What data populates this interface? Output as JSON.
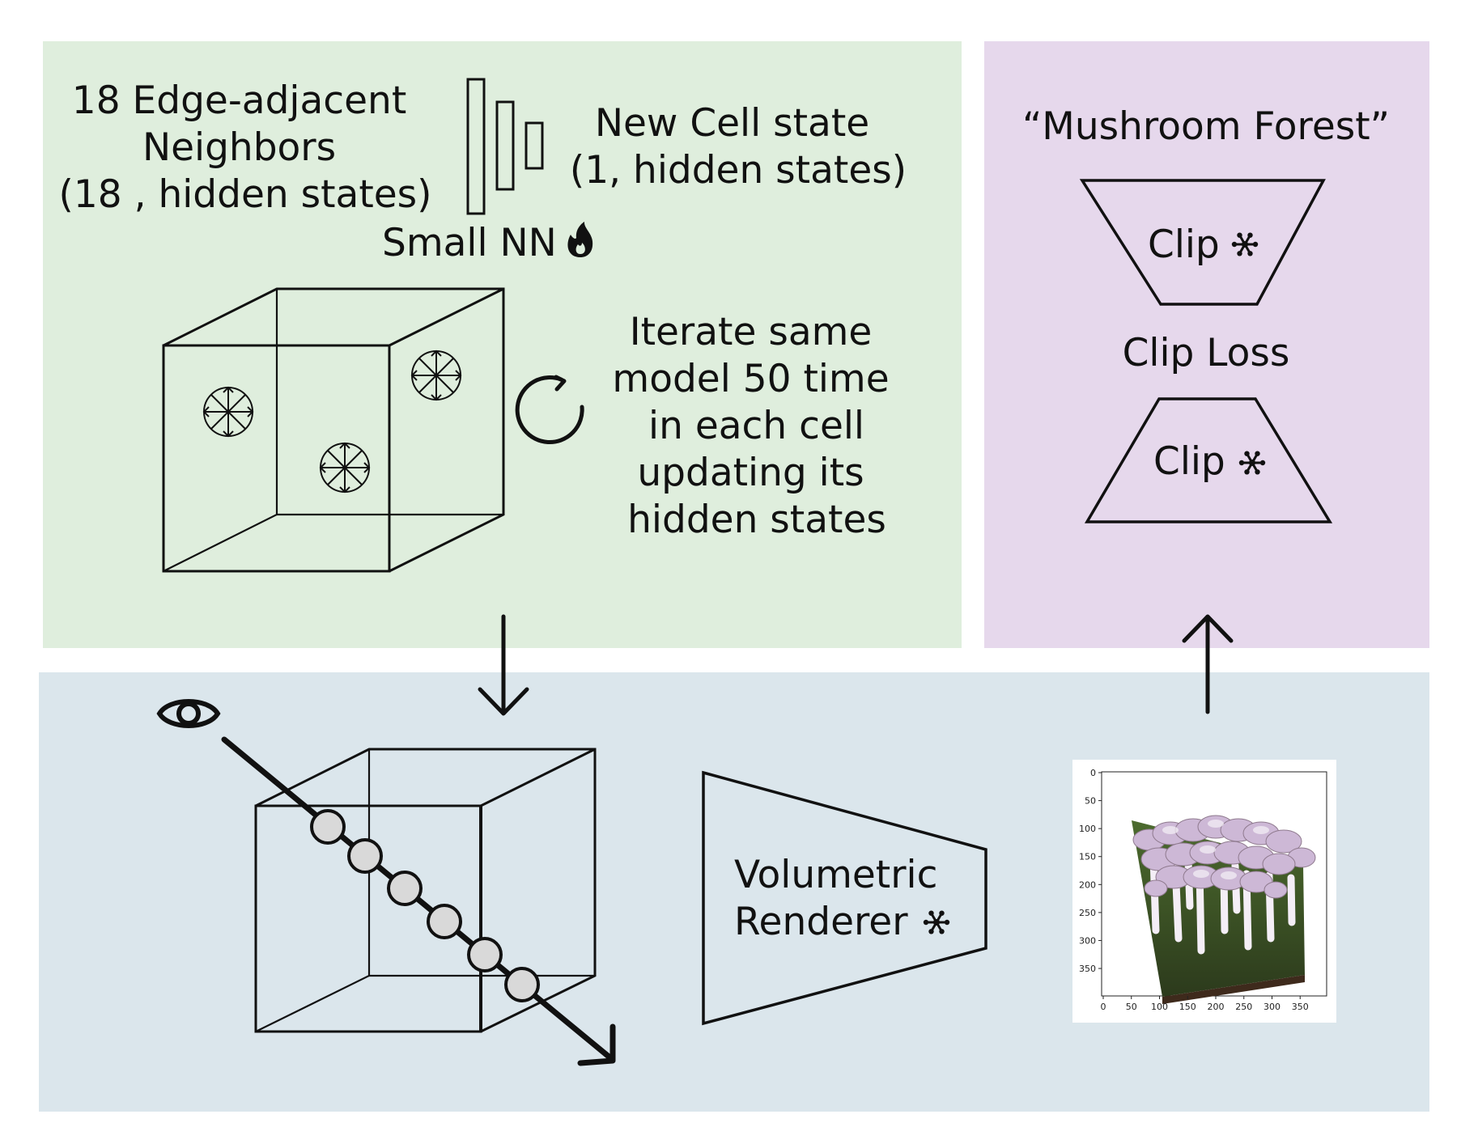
{
  "colors": {
    "green_panel": "#dfeedd",
    "purple_panel": "#e6d8ec",
    "blue_panel": "#dbe6ec",
    "stroke": "#111111",
    "sample_point_fill": "#d9d9d9",
    "flame": "#111111"
  },
  "green_panel": {
    "neighbors_text": [
      "18 Edge-adjacent",
      "Neighbors",
      "(18 , hidden states)"
    ],
    "new_cell_text": [
      "New Cell state",
      "(1, hidden states)"
    ],
    "small_nn_label": "Small NN",
    "small_nn_icon": "flame-icon",
    "iterate_text": [
      "Iterate same",
      "model 50 time",
      "in each cell",
      "updating its",
      "hidden states"
    ],
    "iterate_icon": "refresh-icon",
    "cell_icon": "snowflake-arrows-icon"
  },
  "purple_panel": {
    "prompt": "“Mushroom Forest”",
    "clip_top_label": "Clip",
    "clip_bottom_label": "Clip",
    "clip_loss_label": "Clip Loss",
    "frozen_icon": "snowflake-icon"
  },
  "blue_panel": {
    "viewer_icon": "eye-icon",
    "renderer_text": [
      "Volumetric",
      "Renderer"
    ],
    "frozen_icon": "snowflake-icon",
    "render_plot": {
      "x_ticks": [
        "0",
        "50",
        "100",
        "150",
        "200",
        "250",
        "300",
        "350"
      ],
      "y_ticks": [
        "0",
        "50",
        "100",
        "150",
        "200",
        "250",
        "300",
        "350"
      ],
      "image_content": "mushroom-forest-render"
    }
  }
}
